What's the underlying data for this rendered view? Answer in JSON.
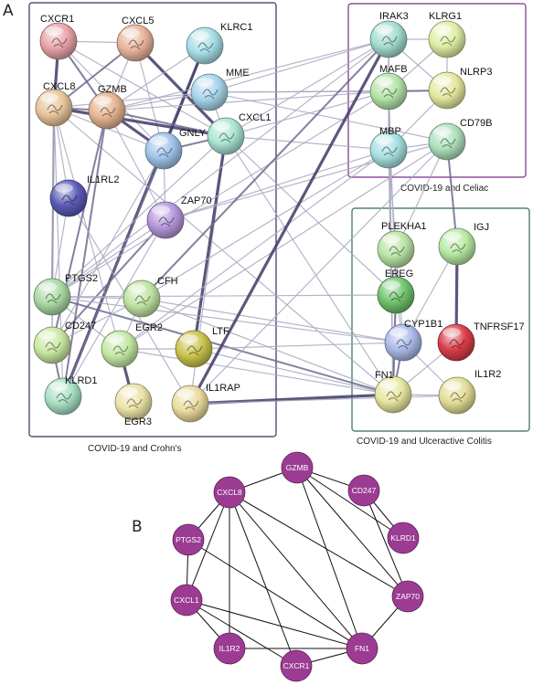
{
  "panel_a": {
    "letter": "A",
    "clusters": [
      {
        "id": "crohns",
        "caption": "COVID-19 and Crohn's",
        "border_color": "#3a2a66"
      },
      {
        "id": "celiac",
        "caption": "COVID-19 and Celiac",
        "border_color": "#7a2a8a"
      },
      {
        "id": "uc",
        "caption": "COVID-19 and Ulceractive Colitis",
        "border_color": "#2f6b55"
      }
    ],
    "nodes": [
      {
        "id": "CXCR1",
        "label": "CXCR1",
        "color": "#e8a3a8"
      },
      {
        "id": "CXCL5",
        "label": "CXCL5",
        "color": "#e8b39a"
      },
      {
        "id": "KLRC1",
        "label": "KLRC1",
        "color": "#a6dde6"
      },
      {
        "id": "CXCL8",
        "label": "CXCL8",
        "color": "#e8c49a"
      },
      {
        "id": "GZMB",
        "label": "GZMB",
        "color": "#e3b48f"
      },
      {
        "id": "MME",
        "label": "MME",
        "color": "#a6d4ea"
      },
      {
        "id": "GNLY",
        "label": "GNLY",
        "color": "#9fc3ea"
      },
      {
        "id": "CXCL1",
        "label": "CXCL1",
        "color": "#a9e4d2"
      },
      {
        "id": "IL1RL2",
        "label": "IL1RL2",
        "color": "#5b5bb8"
      },
      {
        "id": "ZAP70",
        "label": "ZAP70",
        "color": "#b596db"
      },
      {
        "id": "PTGS2",
        "label": "PTGS2",
        "color": "#a9d9a3"
      },
      {
        "id": "CFH",
        "label": "CFH",
        "color": "#bfe3a3"
      },
      {
        "id": "CD247",
        "label": "CD247",
        "color": "#c9e7a0"
      },
      {
        "id": "EGR2",
        "label": "EGR2",
        "color": "#c3e8a3"
      },
      {
        "id": "LTF",
        "label": "LTF",
        "color": "#c9c24a"
      },
      {
        "id": "KLRD1",
        "label": "KLRD1",
        "color": "#a7e0c4"
      },
      {
        "id": "EGR3",
        "label": "EGR3",
        "color": "#ece3a8"
      },
      {
        "id": "IL1RAP",
        "label": "IL1RAP",
        "color": "#eadb9d"
      },
      {
        "id": "IRAK3",
        "label": "IRAK3",
        "color": "#a2dccd"
      },
      {
        "id": "KLRG1",
        "label": "KLRG1",
        "color": "#dfeea3"
      },
      {
        "id": "MAFB",
        "label": "MAFB",
        "color": "#b4e3a8"
      },
      {
        "id": "NLRP3",
        "label": "NLRP3",
        "color": "#e5e89e"
      },
      {
        "id": "MBP",
        "label": "MBP",
        "color": "#a7dfe0"
      },
      {
        "id": "CD79B",
        "label": "CD79B",
        "color": "#aee0bc"
      },
      {
        "id": "PLEKHA1",
        "label": "PLEKHA1",
        "color": "#b9e3a5"
      },
      {
        "id": "IGJ",
        "label": "IGJ",
        "color": "#b7e9a3"
      },
      {
        "id": "EREG",
        "label": "EREG",
        "color": "#6fc36c"
      },
      {
        "id": "CYP1B1",
        "label": "CYP1B1",
        "color": "#a9b9e8"
      },
      {
        "id": "TNFRSF17",
        "label": "TNFRSF17",
        "color": "#d83e49"
      },
      {
        "id": "FN1",
        "label": "FN1",
        "color": "#e7e6a0"
      },
      {
        "id": "IL1R2",
        "label": "IL1R2",
        "color": "#e3dd97"
      }
    ],
    "edges": [
      [
        "CXCR1",
        "CXCL8",
        3
      ],
      [
        "CXCR1",
        "GZMB",
        2
      ],
      [
        "CXCR1",
        "CXCL1",
        1
      ],
      [
        "CXCR1",
        "GNLY",
        1
      ],
      [
        "CXCR1",
        "CXCL5",
        1
      ],
      [
        "CXCL5",
        "CXCL8",
        2
      ],
      [
        "CXCL5",
        "GZMB",
        1
      ],
      [
        "CXCL5",
        "CXCL1",
        3
      ],
      [
        "CXCL5",
        "GNLY",
        1
      ],
      [
        "KLRC1",
        "GZMB",
        1
      ],
      [
        "KLRC1",
        "GNLY",
        2
      ],
      [
        "KLRC1",
        "KLRD1",
        3
      ],
      [
        "CXCL8",
        "GZMB",
        2
      ],
      [
        "CXCL8",
        "GNLY",
        1
      ],
      [
        "CXCL8",
        "CXCL1",
        3
      ],
      [
        "CXCL8",
        "PTGS2",
        2
      ],
      [
        "CXCL8",
        "IL1RL2",
        1
      ],
      [
        "CXCL8",
        "CD247",
        1
      ],
      [
        "CXCL8",
        "KLRD1",
        1
      ],
      [
        "CXCL8",
        "MME",
        1
      ],
      [
        "CXCL8",
        "EGR2",
        1
      ],
      [
        "CXCL8",
        "FN1",
        1
      ],
      [
        "GZMB",
        "GNLY",
        3
      ],
      [
        "GZMB",
        "MME",
        1
      ],
      [
        "GZMB",
        "CXCL1",
        2
      ],
      [
        "GZMB",
        "CD247",
        2
      ],
      [
        "GZMB",
        "KLRD1",
        2
      ],
      [
        "GZMB",
        "ZAP70",
        1
      ],
      [
        "GZMB",
        "IRAK3",
        1
      ],
      [
        "GZMB",
        "MAFB",
        1
      ],
      [
        "MME",
        "CXCL1",
        1
      ],
      [
        "MME",
        "IRAK3",
        1
      ],
      [
        "MME",
        "MAFB",
        1
      ],
      [
        "MME",
        "NLRP3",
        1
      ],
      [
        "MME",
        "CD79B",
        1
      ],
      [
        "GNLY",
        "CXCL1",
        2
      ],
      [
        "GNLY",
        "ZAP70",
        1
      ],
      [
        "GNLY",
        "CD247",
        1
      ],
      [
        "GNLY",
        "KLRD1",
        2
      ],
      [
        "CXCL1",
        "PTGS2",
        1
      ],
      [
        "CXCL1",
        "IL1RAP",
        1
      ],
      [
        "CXCL1",
        "LTF",
        3
      ],
      [
        "CXCL1",
        "FN1",
        1
      ],
      [
        "CXCL1",
        "IRAK3",
        1
      ],
      [
        "CXCL1",
        "EREG",
        1
      ],
      [
        "CXCL1",
        "MBP",
        1
      ],
      [
        "CXCL1",
        "MAFB",
        1
      ],
      [
        "IL1RL2",
        "PTGS2",
        1
      ],
      [
        "IL1RL2",
        "IL1RAP",
        1
      ],
      [
        "ZAP70",
        "CD247",
        2
      ],
      [
        "ZAP70",
        "KLRD1",
        1
      ],
      [
        "ZAP70",
        "PTGS2",
        1
      ],
      [
        "ZAP70",
        "MBP",
        1
      ],
      [
        "ZAP70",
        "CD79B",
        1
      ],
      [
        "PTGS2",
        "CFH",
        1
      ],
      [
        "PTGS2",
        "CD247",
        1
      ],
      [
        "PTGS2",
        "FN1",
        2
      ],
      [
        "PTGS2",
        "EREG",
        1
      ],
      [
        "PTGS2",
        "EGR2",
        1
      ],
      [
        "PTGS2",
        "IRAK3",
        1
      ],
      [
        "PTGS2",
        "CYP1B1",
        1
      ],
      [
        "PTGS2",
        "MAFB",
        1
      ],
      [
        "CFH",
        "FN1",
        1
      ],
      [
        "CFH",
        "CD247",
        1
      ],
      [
        "CFH",
        "CYP1B1",
        1
      ],
      [
        "CFH",
        "MBP",
        1
      ],
      [
        "CFH",
        "IRAK3",
        2
      ],
      [
        "CFH",
        "EGR2",
        1
      ],
      [
        "CD247",
        "KLRD1",
        2
      ],
      [
        "EGR2",
        "EGR3",
        3
      ],
      [
        "EGR2",
        "FN1",
        1
      ],
      [
        "EGR2",
        "LTF",
        1
      ],
      [
        "EGR2",
        "MBP",
        1
      ],
      [
        "EGR2",
        "CD79B",
        1
      ],
      [
        "LTF",
        "FN1",
        1
      ],
      [
        "LTF",
        "CYP1B1",
        1
      ],
      [
        "IL1RAP",
        "FN1",
        3
      ],
      [
        "IL1RAP",
        "IL1R2",
        1
      ],
      [
        "IL1RAP",
        "IRAK3",
        3
      ],
      [
        "IL1RAP",
        "CD79B",
        1
      ],
      [
        "IRAK3",
        "KLRG1",
        1
      ],
      [
        "IRAK3",
        "MAFB",
        1
      ],
      [
        "IRAK3",
        "NLRP3",
        1
      ],
      [
        "IRAK3",
        "FN1",
        1
      ],
      [
        "KLRG1",
        "MAFB",
        1
      ],
      [
        "KLRG1",
        "NLRP3",
        1
      ],
      [
        "MAFB",
        "NLRP3",
        2
      ],
      [
        "MAFB",
        "MBP",
        1
      ],
      [
        "MAFB",
        "FN1",
        1
      ],
      [
        "MAFB",
        "EREG",
        1
      ],
      [
        "NLRP3",
        "MBP",
        1
      ],
      [
        "MBP",
        "FN1",
        1
      ],
      [
        "MBP",
        "CD79B",
        1
      ],
      [
        "MBP",
        "CYP1B1",
        1
      ],
      [
        "CD79B",
        "IGJ",
        2
      ],
      [
        "CD79B",
        "PLEKHA1",
        1
      ],
      [
        "PLEKHA1",
        "EREG",
        1
      ],
      [
        "PLEKHA1",
        "FN1",
        1
      ],
      [
        "IGJ",
        "TNFRSF17",
        3
      ],
      [
        "IGJ",
        "CYP1B1",
        1
      ],
      [
        "EREG",
        "CYP1B1",
        1
      ],
      [
        "EREG",
        "FN1",
        2
      ],
      [
        "CYP1B1",
        "FN1",
        2
      ],
      [
        "CYP1B1",
        "IL1R2",
        1
      ],
      [
        "FN1",
        "IL1R2",
        1
      ],
      [
        "FN1",
        "TNFRSF17",
        1
      ]
    ]
  },
  "panel_b": {
    "letter": "B",
    "node_color": "#9b3c92",
    "nodes": [
      {
        "id": "GZMB",
        "label": "GZMB"
      },
      {
        "id": "CD247",
        "label": "CD247"
      },
      {
        "id": "KLRD1",
        "label": "KLRD1"
      },
      {
        "id": "ZAP70",
        "label": "ZAP70"
      },
      {
        "id": "FN1",
        "label": "FN1"
      },
      {
        "id": "CXCR1",
        "label": "CXCR1"
      },
      {
        "id": "IL1R2",
        "label": "IL1R2"
      },
      {
        "id": "CXCL1",
        "label": "CXCL1"
      },
      {
        "id": "PTGS2",
        "label": "PTGS2"
      },
      {
        "id": "CXCL8",
        "label": "CXCL8"
      }
    ],
    "edges": [
      [
        "CXCL8",
        "GZMB"
      ],
      [
        "CXCL8",
        "PTGS2"
      ],
      [
        "CXCL8",
        "CXCL1"
      ],
      [
        "CXCL8",
        "CXCR1"
      ],
      [
        "CXCL8",
        "FN1"
      ],
      [
        "CXCL8",
        "IL1R2"
      ],
      [
        "CXCL8",
        "ZAP70"
      ],
      [
        "GZMB",
        "CD247"
      ],
      [
        "GZMB",
        "KLRD1"
      ],
      [
        "GZMB",
        "ZAP70"
      ],
      [
        "GZMB",
        "FN1"
      ],
      [
        "CD247",
        "KLRD1"
      ],
      [
        "CD247",
        "ZAP70"
      ],
      [
        "PTGS2",
        "CXCL1"
      ],
      [
        "PTGS2",
        "FN1"
      ],
      [
        "CXCL1",
        "IL1R2"
      ],
      [
        "CXCL1",
        "CXCR1"
      ],
      [
        "CXCL1",
        "FN1"
      ],
      [
        "CXCR1",
        "FN1"
      ],
      [
        "IL1R2",
        "FN1"
      ],
      [
        "ZAP70",
        "FN1"
      ]
    ]
  }
}
